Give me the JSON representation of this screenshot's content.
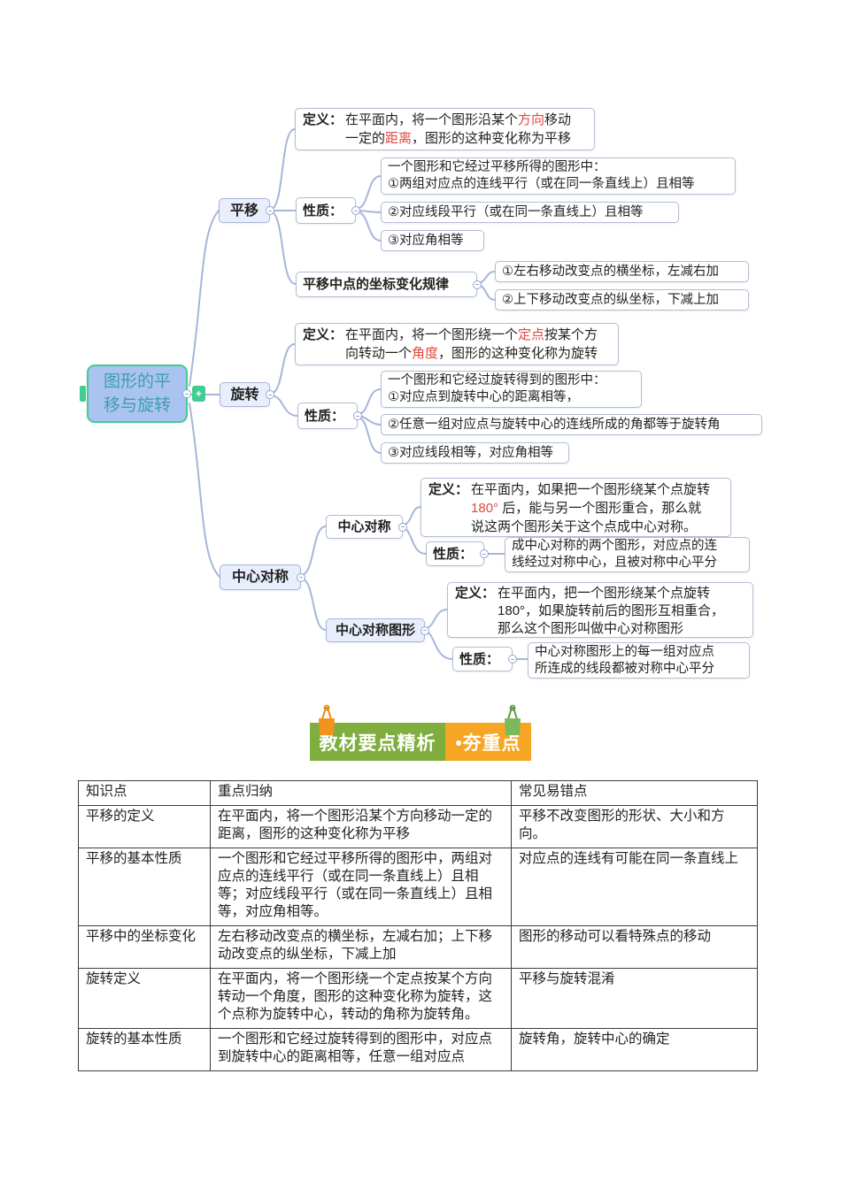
{
  "colors": {
    "accent_red": "#e0483e",
    "root_fill": "#abc3f1",
    "root_border": "#41cc92",
    "root_text": "#3ba0ad",
    "node_fill": "#e8eefb",
    "connector": "#a8b5dc",
    "banner_green": "#7fae3e",
    "banner_orange": "#f6a525"
  },
  "mindmap": {
    "root": {
      "label": "图形的平\n移与旋转"
    },
    "pingyi": {
      "label": "平移",
      "def_label": "定义：",
      "def": {
        "p0": "在平面内，将一个图形沿某个",
        "p1": "方向",
        "p2": "移动\n一定的",
        "p3": "距离",
        "p4": "，图形的这种变化称为平移"
      },
      "xingzhi_label": "性质：",
      "xz1": "一个图形和它经过平移所得的图形中：\n①两组对应点的连线平行（或在同一条直线上）且相等",
      "xz2": "②对应线段平行（或在同一条直线上）且相等",
      "xz3": "③对应角相等",
      "coord_label": "平移中点的坐标变化规律",
      "coord1": "①左右移动改变点的横坐标，左减右加",
      "coord2": "②上下移动改变点的纵坐标，下减上加"
    },
    "xuanzhuan": {
      "label": "旋转",
      "def_label": "定义：",
      "def": {
        "p0": "在平面内，将一个图形绕一个",
        "p1": "定点",
        "p2": "按某个方\n向转动一个",
        "p3": "角度",
        "p4": "，图形的这种变化称为旋转"
      },
      "xingzhi_label": "性质：",
      "xz1": "一个图形和它经过旋转得到的图形中：\n①对应点到旋转中心的距离相等，",
      "xz2": "②任意一组对应点与旋转中心的连线所成的角都等于旋转角",
      "xz3": "③对应线段相等，对应角相等"
    },
    "duichen": {
      "label": "中心对称",
      "sub1": {
        "label": "中心对称",
        "def_label": "定义：",
        "def": {
          "p0": "在平面内，如果把一个图形绕某个点旋转\n",
          "p1": "180°",
          "p2": " 后，能与另一个图形重合，那么就\n说这两个图形关于这个点成中心对称。"
        },
        "xingzhi_label": "性质：",
        "xz": "成中心对称的两个图形，对应点的连\n线经过对称中心，且被对称中心平分"
      },
      "sub2": {
        "label": "中心对称图形",
        "def_label": "定义：",
        "def_text": "在平面内，把一个图形绕某个点旋转\n180°，如果旋转前后的图形互相重合，\n那么这个图形叫做中心对称图形",
        "xingzhi_label": "性质：",
        "xz": "中心对称图形上的每一组对应点\n所连成的线段都被对称中心平分"
      }
    }
  },
  "banner": {
    "left": "教材要点精析",
    "right": "•夯重点"
  },
  "table": {
    "headers": [
      "知识点",
      "重点归纳",
      "常见易错点"
    ],
    "rows": [
      [
        "平移的定义",
        "在平面内，将一个图形沿某个方向移动一定的距离，图形的这种变化称为平移",
        "平移不改变图形的形状、大小和方向。"
      ],
      [
        "平移的基本性质",
        "一个图形和它经过平移所得的图形中，两组对应点的连线平行（或在同一条直线上）且相等；对应线段平行（或在同一条直线上）且相等，对应角相等。",
        "对应点的连线有可能在同一条直线上"
      ],
      [
        "平移中的坐标变化",
        "左右移动改变点的横坐标，左减右加；上下移动改变点的纵坐标，下减上加",
        "图形的移动可以看特殊点的移动"
      ],
      [
        "旋转定义",
        "在平面内，将一个图形绕一个定点按某个方向转动一个角度，图形的这种变化称为旋转，这个点称为旋转中心，转动的角称为旋转角。",
        "平移与旋转混淆"
      ],
      [
        "旋转的基本性质",
        "一个图形和它经过旋转得到的图形中，对应点到旋转中心的距离相等，任意一组对应点",
        "旋转角，旋转中心的确定"
      ]
    ]
  }
}
